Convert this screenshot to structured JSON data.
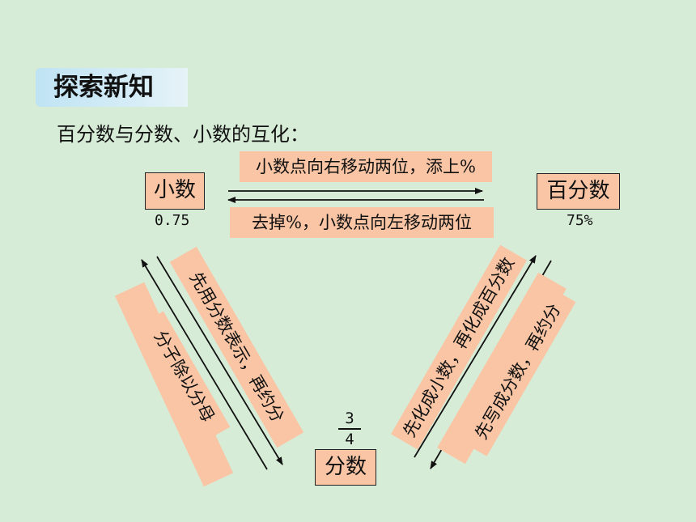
{
  "header": {
    "title": "探索新知"
  },
  "subtitle": "百分数与分数、小数的互化：",
  "nodes": {
    "decimal": {
      "label": "小数",
      "value": "0.75"
    },
    "percent": {
      "label": "百分数",
      "value": "75%"
    },
    "fraction": {
      "label": "分数",
      "numerator": "3",
      "denominator": "4"
    }
  },
  "conversions": {
    "decimal_to_percent": "小数点向右移动两位，添上%",
    "percent_to_decimal": "去掉%，小数点向左移动两位",
    "decimal_to_fraction": "先用分数表示，再约分",
    "fraction_to_decimal": "分子除以分母",
    "fraction_to_percent": "先化成小数，再化成百分数",
    "percent_to_fraction": "先写成分数，再约分"
  },
  "colors": {
    "background": "#d7ecd7",
    "tag": "#f9c5a5",
    "title_tag": "#bfe3f3"
  }
}
